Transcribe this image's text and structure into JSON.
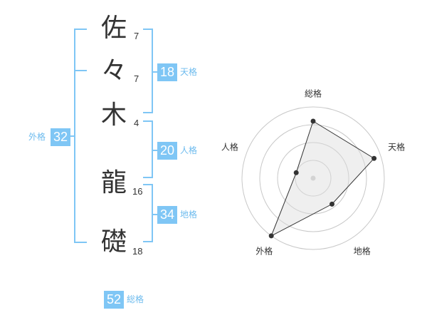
{
  "colors": {
    "accent": "#7fc6f5",
    "text": "#333333",
    "label_text": "#6dbbee"
  },
  "name": {
    "characters": [
      {
        "char": "佐",
        "strokes": "7"
      },
      {
        "char": "々",
        "strokes": "7"
      },
      {
        "char": "木",
        "strokes": "4"
      },
      {
        "char": "龍",
        "strokes": "16"
      },
      {
        "char": "礎",
        "strokes": "18"
      }
    ]
  },
  "fortunes": {
    "tenkaku": {
      "label": "天格",
      "value": "18"
    },
    "jinkaku": {
      "label": "人格",
      "value": "20"
    },
    "chikaku": {
      "label": "地格",
      "value": "34"
    },
    "gaikaku": {
      "label": "外格",
      "value": "32"
    },
    "soukaku": {
      "label": "総格",
      "value": "52"
    }
  },
  "chart_data": {
    "type": "radar",
    "axes": [
      "総格",
      "天格",
      "地格",
      "外格",
      "人格"
    ],
    "values": [
      0.8,
      0.9,
      0.45,
      1.0,
      0.25
    ],
    "rings": 4,
    "max": 1
  }
}
